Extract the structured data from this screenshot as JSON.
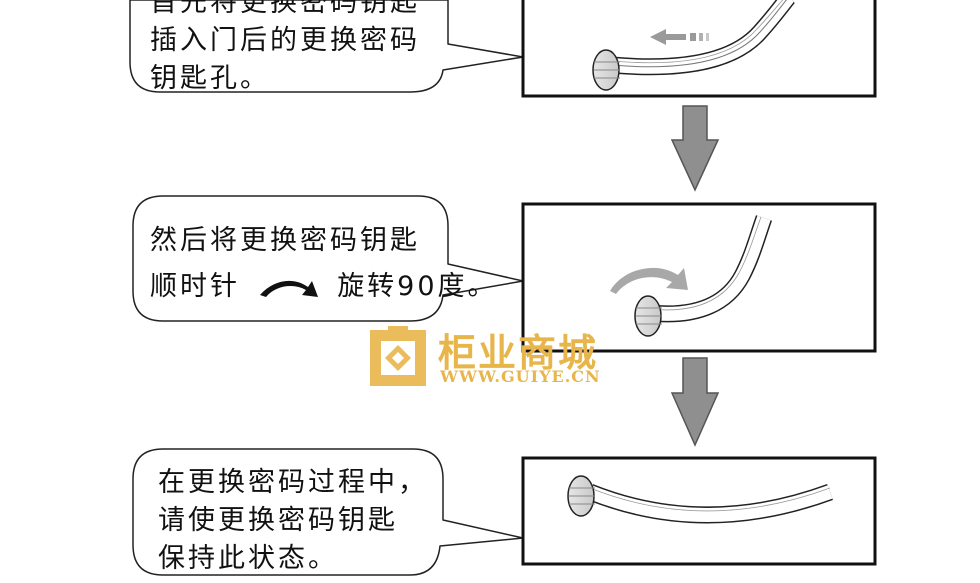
{
  "steps": [
    {
      "lines": [
        "首先将更换密码钥匙",
        "插入门后的更换密码",
        "钥匙孔。"
      ]
    },
    {
      "line1": "然后将更换密码钥匙",
      "line2_before": "顺时针",
      "line2_after": "旋转90度。"
    },
    {
      "lines": [
        "在更换密码过程中，",
        "请使更换密码钥匙",
        "保持此状态。"
      ]
    }
  ],
  "watermark": {
    "name": "柜业商城",
    "url": "WWW.GUIYE.CN",
    "color": "#e8b54a"
  },
  "colors": {
    "arrow_gray": "#8f8f8f",
    "line": "#222222"
  }
}
